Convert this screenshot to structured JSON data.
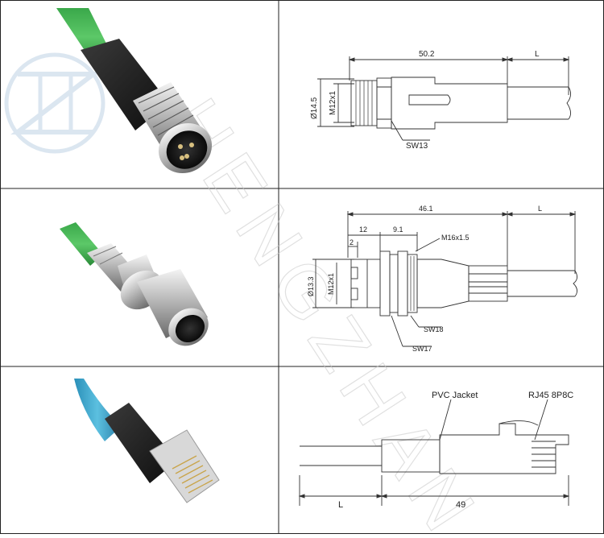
{
  "watermark": {
    "brand": "HENGZHAN",
    "logo_monogram": "HZ"
  },
  "rows": [
    {
      "photo_icon": "m12-male-connector-green-cable",
      "drawing": {
        "overall_length": "50.2",
        "length_L": "L",
        "diameter": "Ø14.5",
        "thread": "M12x1",
        "wrench": "SW13"
      }
    },
    {
      "photo_icon": "m12-female-panel-mount-connector",
      "drawing": {
        "overall_length": "46.1",
        "length_L": "L",
        "seg_12": "12",
        "seg_9_1": "9.1",
        "seg_2": "2",
        "thread_m16": "M16x1.5",
        "diameter": "Ø13.3",
        "thread": "M12x1",
        "wrench_18": "SW18",
        "wrench_17": "SW17"
      }
    },
    {
      "photo_icon": "rj45-plug-blue-cable",
      "drawing": {
        "jacket": "PVC Jacket",
        "plug": "RJ45 8P8C",
        "length_L": "L",
        "length_49": "49"
      }
    }
  ]
}
